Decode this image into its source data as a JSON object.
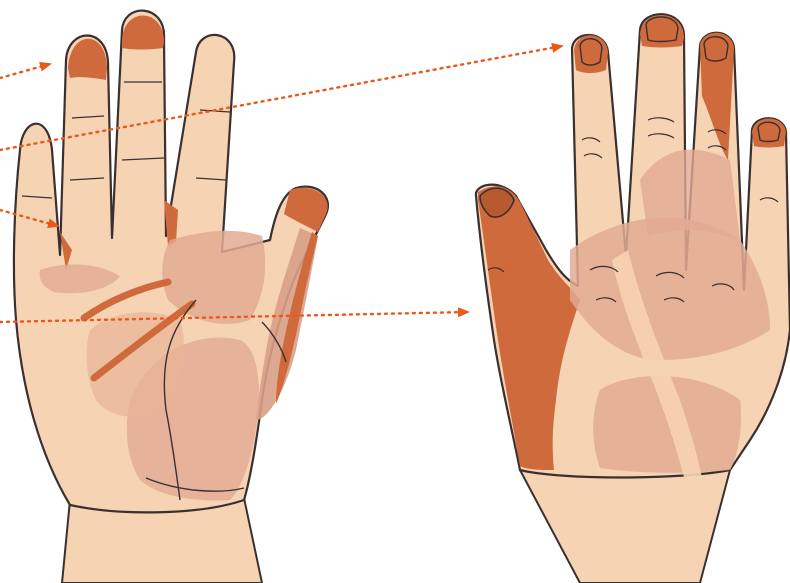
{
  "image": {
    "type": "hand-coverage-diagram",
    "views": [
      "palm",
      "back-of-hand"
    ],
    "pointer_count": 4,
    "labels": []
  },
  "colors": {
    "background": "#ffffff",
    "skin": "#f6d3b3",
    "skin_shadow": "#e8b597",
    "zone_light": "#e2aa92",
    "zone_mid": "#d99e86",
    "zone_dark": "#cf6a3c",
    "outline": "#3a3030",
    "pointer": "#e85a1c"
  }
}
